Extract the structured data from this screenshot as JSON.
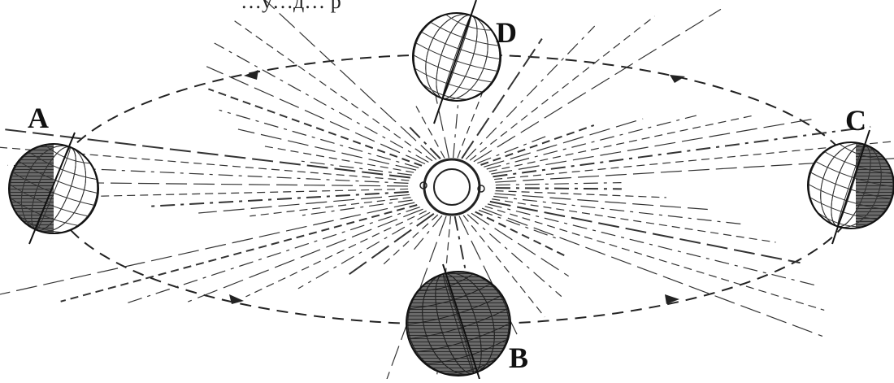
{
  "figure": {
    "top_fragment_text": "…у…д… р",
    "positions": [
      {
        "id": "A",
        "label": "A",
        "shading": "left-half-dark"
      },
      {
        "id": "B",
        "label": "B",
        "shading": "dark"
      },
      {
        "id": "C",
        "label": "C",
        "shading": "right-half-dark"
      },
      {
        "id": "D",
        "label": "D",
        "shading": "light"
      }
    ],
    "orbit_direction": "counterclockwise",
    "center_object": "sun-icon",
    "colors": {
      "ink": "#1a1a1a",
      "dark_fill": "#5a5a5a",
      "light_fill": "#ffffff"
    }
  }
}
